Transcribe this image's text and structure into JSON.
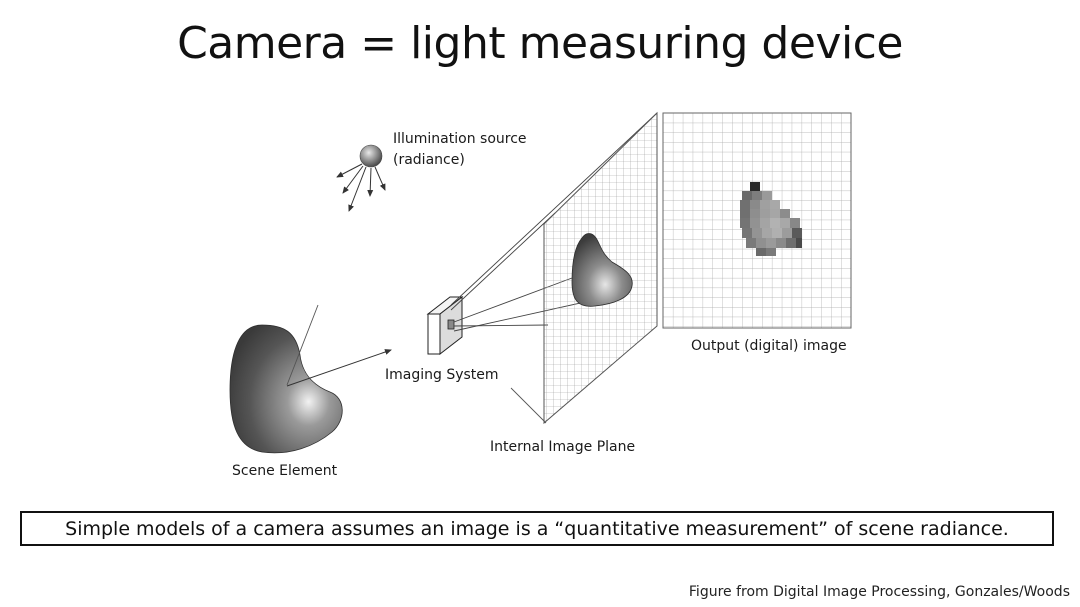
{
  "slide": {
    "title": "Camera = light measuring device",
    "caption": "Simple models of a camera assumes an image is a “quantitative measurement” of scene radiance.",
    "credit": "Figure from Digital Image Processing, Gonzales/Woods"
  },
  "diagram": {
    "labels": {
      "illumination_line1": "Illumination source",
      "illumination_line2": "(radiance)",
      "imaging_system": "Imaging System",
      "output_image": "Output (digital) image",
      "scene_element": "Scene Element",
      "internal_plane": "Internal Image Plane"
    }
  }
}
